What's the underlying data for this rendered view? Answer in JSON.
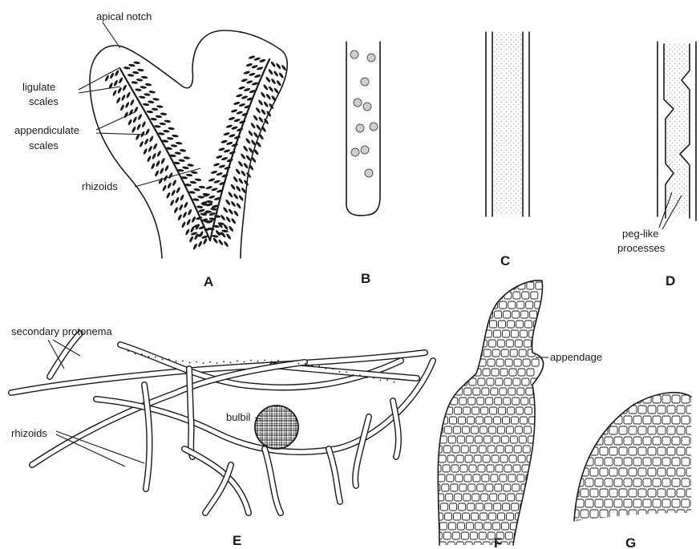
{
  "labels": {
    "apical_notch": "apical notch",
    "ligulate_1": "ligulate",
    "ligulate_2": "scales",
    "appendiculate_1": "appendiculate",
    "appendiculate_2": "scales",
    "rhizoids_a": "rhizoids",
    "peg_1": "peg-like",
    "peg_2": "processes",
    "secondary_protonema": "secondary protonema",
    "rhizoids_e": "rhizoids",
    "bulbil": "bulbil",
    "appendage": "appendage"
  },
  "panels": {
    "a": "A",
    "b": "B",
    "c": "C",
    "d": "D",
    "e": "E",
    "f": "F",
    "g": "G"
  },
  "colors": {
    "ink": "#1a1a1a",
    "background": "#ffffff",
    "stipple": "#9a9a9a"
  }
}
